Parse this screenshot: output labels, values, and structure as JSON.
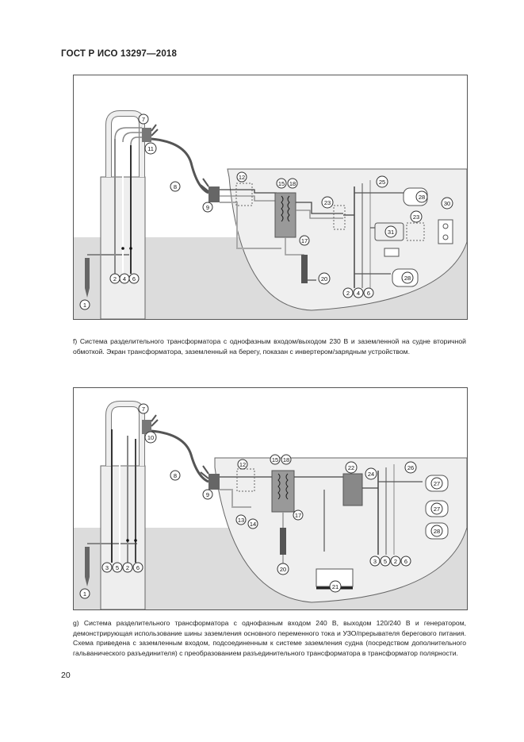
{
  "header": {
    "title": "ГОСТ Р ИСО 13297—2018"
  },
  "figure_f": {
    "caption": "f) Система разделительного трансформатора с однофазным входом/выходом 230 В и заземленной на судне вторичной обмоткой. Экран трансформатора, заземленный на берегу, показан с инвертером/зарядным устройством.",
    "callouts": {
      "c1": "1",
      "c2": "2",
      "c4": "4",
      "c6": "6",
      "c7": "7",
      "c8": "8",
      "c9": "9",
      "c11": "11",
      "c12": "12",
      "c15": "15",
      "c18": "18",
      "c17": "17",
      "c20": "20",
      "c23a": "23",
      "c23b": "23",
      "c25": "25",
      "c28a": "28",
      "c28b": "28",
      "c30": "30",
      "c31": "31",
      "b2": "2",
      "b4": "4",
      "b6": "6"
    }
  },
  "figure_g": {
    "caption": "g) Система разделительного трансформатора с однофазным входом 240 В, выходом 120/240 В и генератором, демонстрирующая использование шины заземления основного переменного тока и УЗО/прерывателя берегового питания. Схема приведена с заземленным входом, подсоединенным к системе заземления судна (посредством дополнительного гальванического разъединителя) с преобразованием разъединительного трансформатора в трансформатор полярности.",
    "callouts": {
      "c1": "1",
      "c3": "3",
      "c5": "5",
      "c2": "2",
      "c6": "6",
      "c7": "7",
      "c8": "8",
      "c9": "9",
      "c10": "10",
      "c12": "12",
      "c13": "13",
      "c14": "14",
      "c15": "15",
      "c18": "18",
      "c17": "17",
      "c20": "20",
      "c21": "21",
      "c22": "22",
      "c24": "24",
      "c26": "26",
      "c27a": "27",
      "c27b": "27",
      "c28": "28",
      "b3": "3",
      "b5": "5",
      "b2": "2",
      "b6": "6"
    }
  },
  "footer": {
    "page_number": "20"
  }
}
